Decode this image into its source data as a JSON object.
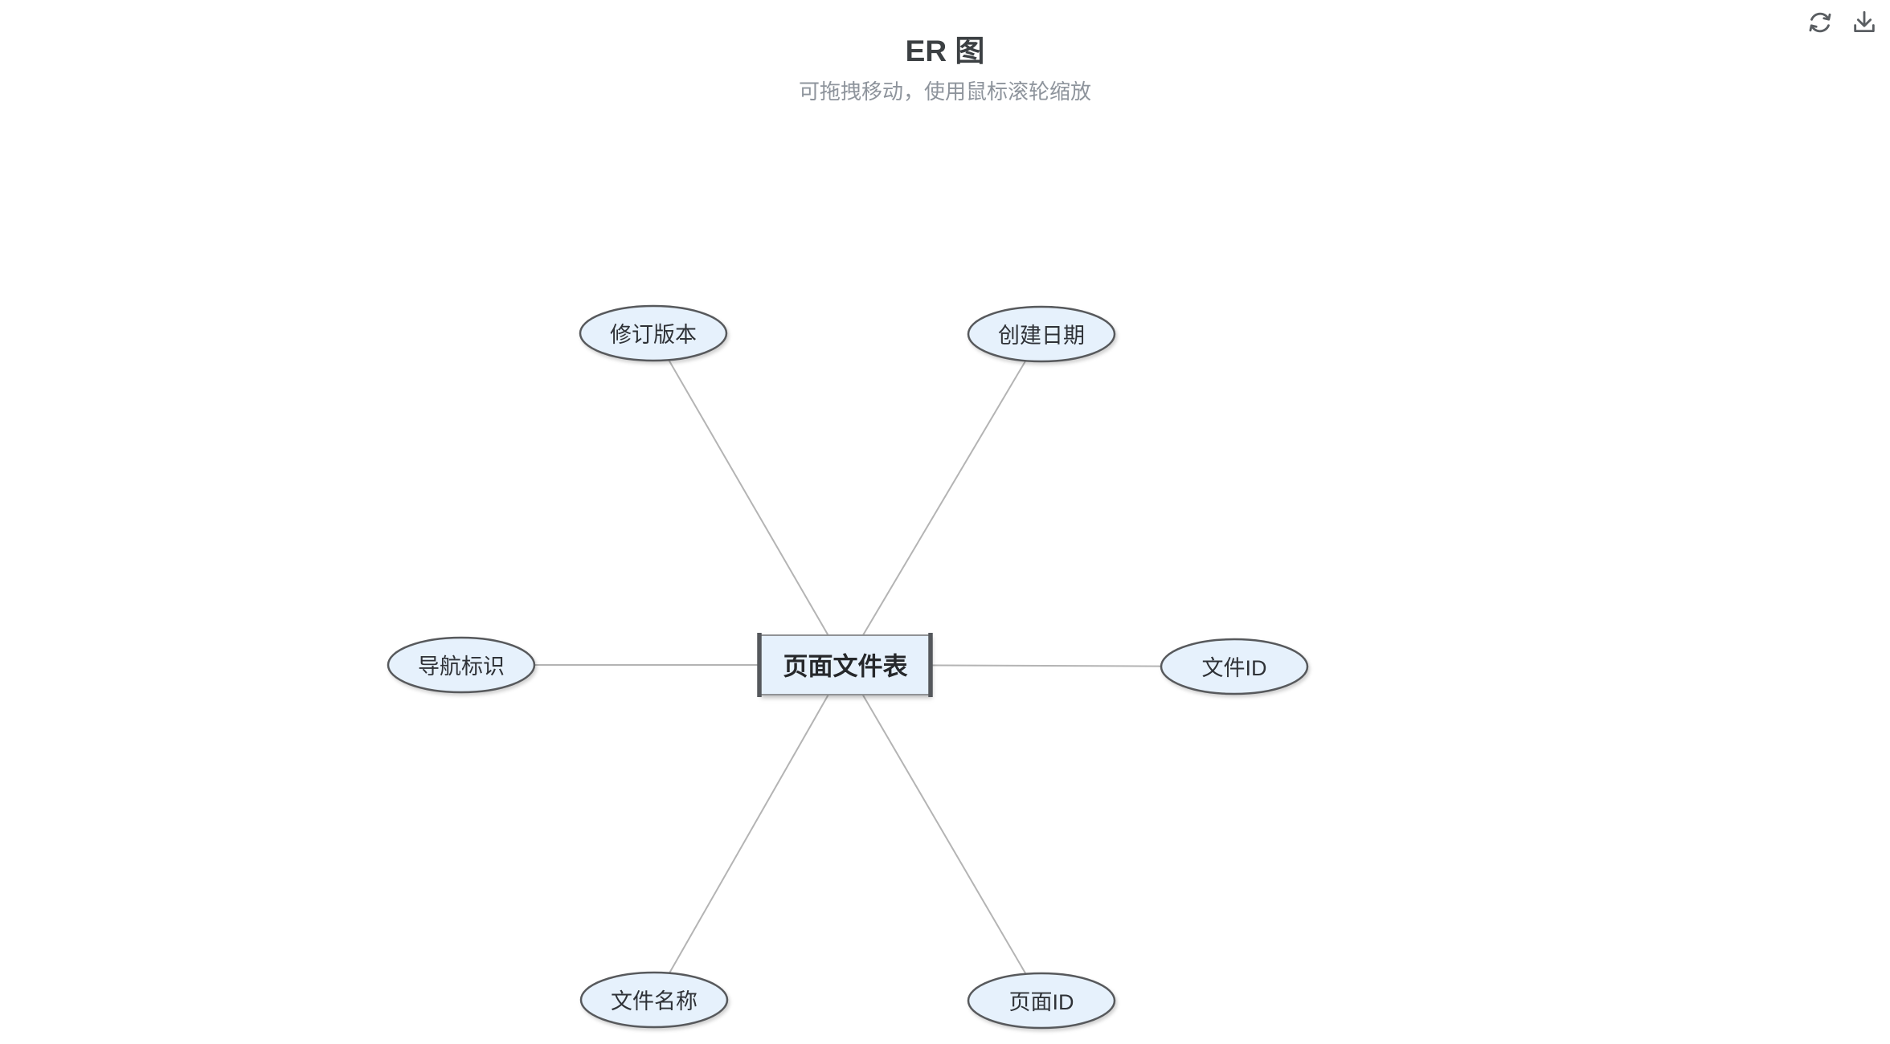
{
  "page": {
    "title": "ER 图",
    "subtitle": "可拖拽移动，使用鼠标滚轮缩放"
  },
  "toolbar": {
    "refresh_icon": "refresh-icon",
    "download_icon": "download-icon"
  },
  "diagram": {
    "type": "er-graph",
    "entity": {
      "label": "页面文件表",
      "shape": "rect"
    },
    "attributes": [
      {
        "label": "修订版本",
        "shape": "ellipse",
        "position": "top-left"
      },
      {
        "label": "创建日期",
        "shape": "ellipse",
        "position": "top-right"
      },
      {
        "label": "导航标识",
        "shape": "ellipse",
        "position": "left"
      },
      {
        "label": "文件ID",
        "shape": "ellipse",
        "position": "right"
      },
      {
        "label": "文件名称",
        "shape": "ellipse",
        "position": "bottom-left"
      },
      {
        "label": "页面ID",
        "shape": "ellipse",
        "position": "bottom-right"
      }
    ],
    "colors": {
      "node_fill": "#e6f1fc",
      "node_border": "#57595c",
      "edge": "#b4b4b4",
      "title_text": "#3c4043",
      "subtitle_text": "#8e949c",
      "icon": "#5a5e62"
    }
  }
}
